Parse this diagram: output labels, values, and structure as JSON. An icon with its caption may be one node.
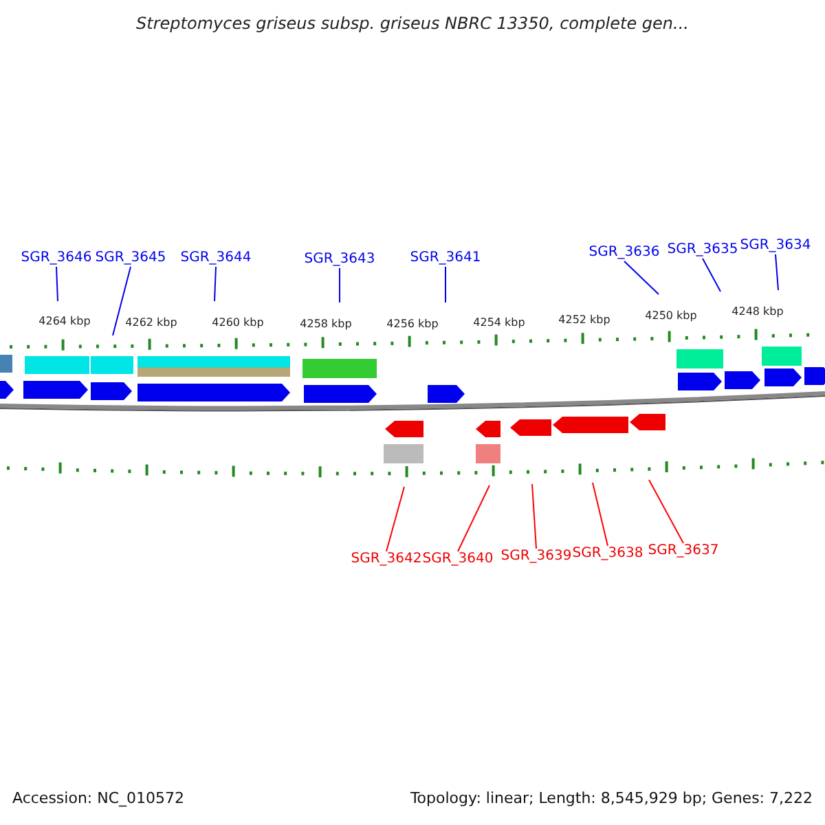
{
  "diagram": {
    "title": "Streptomyces griseus subsp. griseus NBRC 13350, complete gen...",
    "nodes": [
      {
        "text": [
          "SGR_3646"
        ]
      },
      {
        "text": [
          "SGR_3645"
        ]
      },
      {
        "text": [
          "SGR_3644"
        ]
      },
      {
        "text": [
          "SGR_3643"
        ]
      },
      {
        "text": [
          "SGR_3641"
        ]
      },
      {
        "text": [
          "SGR_3636"
        ]
      },
      {
        "text": [
          "SGR_3635"
        ]
      },
      {
        "text": [
          "SGR_3634"
        ]
      },
      {
        "text": [
          "SGR_3642"
        ]
      },
      {
        "text": [
          "SGR_3640"
        ]
      },
      {
        "text": [
          "SGR_3639"
        ]
      },
      {
        "text": [
          "SGR_3638"
        ]
      },
      {
        "text": [
          "SGR_3637"
        ]
      }
    ],
    "edges": [
      {
        "from": 0,
        "to": null,
        "arrow": "none"
      },
      {
        "from": 1,
        "to": null,
        "arrow": "none"
      },
      {
        "from": 2,
        "to": null,
        "arrow": "none"
      },
      {
        "from": 3,
        "to": null,
        "arrow": "none"
      },
      {
        "from": 4,
        "to": null,
        "arrow": "none"
      },
      {
        "from": 5,
        "to": null,
        "arrow": "none"
      },
      {
        "from": 6,
        "to": null,
        "arrow": "none"
      },
      {
        "from": 7,
        "to": null,
        "arrow": "none"
      },
      {
        "from": 8,
        "to": null,
        "arrow": "none",
        "color": "#ff0000"
      },
      {
        "from": 9,
        "to": null,
        "arrow": "none",
        "color": "#ff0000"
      },
      {
        "from": 10,
        "to": null,
        "arrow": "none",
        "color": "#ff0000"
      },
      {
        "from": 11,
        "to": null,
        "arrow": "none",
        "color": "#ff0000"
      },
      {
        "from": 12,
        "to": null,
        "arrow": "none",
        "color": "#ff0000"
      }
    ],
    "labels": [
      "4264 kbp",
      "4262 kbp",
      "4260 kbp",
      "4258 kbp",
      "4256 kbp",
      "4254 kbp",
      "4252 kbp",
      "4250 kbp",
      "4248 kbp",
      "Accession: NC_010572",
      "Topology: linear; Length: 8,545,929 bp; Genes: 7,222"
    ]
  }
}
